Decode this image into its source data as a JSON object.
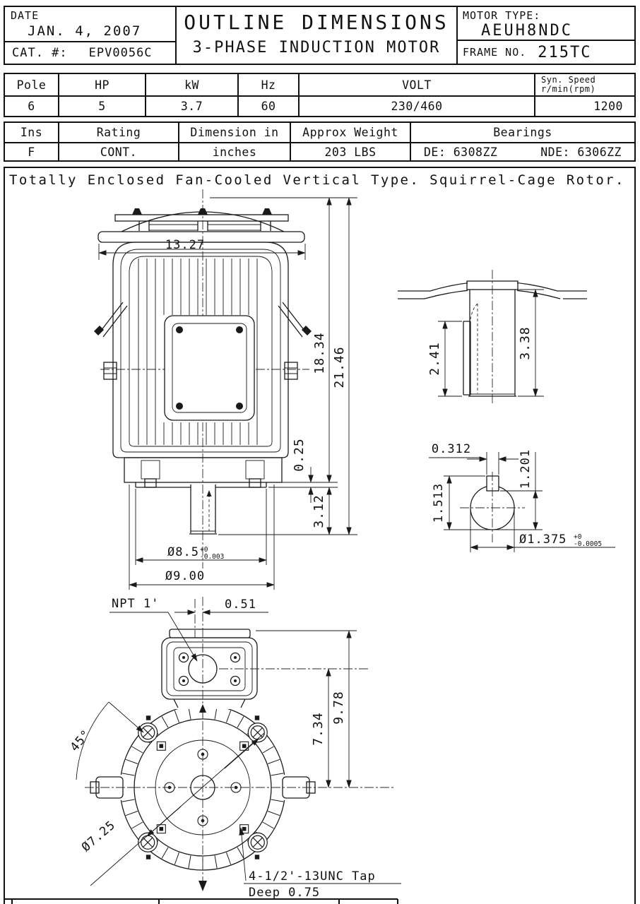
{
  "header": {
    "date_label": "DATE",
    "date_value": "JAN. 4, 2007",
    "cat_label": "CAT. #:",
    "cat_value": "EPV0056C",
    "title": "OUTLINE DIMENSIONS",
    "subtitle": "3-PHASE INDUCTION MOTOR",
    "motor_type_label": "MOTOR TYPE:",
    "motor_type_value": "AEUH8NDC",
    "frame_label": "FRAME NO.",
    "frame_value": "215TC"
  },
  "spec_table": {
    "cols": [
      {
        "h": "Pole",
        "v": "6"
      },
      {
        "h": "HP",
        "v": "5"
      },
      {
        "h": "kW",
        "v": "3.7"
      },
      {
        "h": "Hz",
        "v": "60"
      },
      {
        "h": "VOLT",
        "v": "230/460"
      },
      {
        "h": "Syn. Speed",
        "h2": "r/min(rpm)",
        "v": "1200"
      }
    ]
  },
  "info_table": {
    "cols": [
      {
        "h": "Ins",
        "v": "F"
      },
      {
        "h": "Rating",
        "v": "CONT."
      },
      {
        "h": "Dimension in",
        "v": "inches"
      },
      {
        "h": "Approx Weight",
        "v": "203 LBS"
      }
    ],
    "bearings_header": "Bearings",
    "bearings_de": "DE: 6308ZZ",
    "bearings_nde": "NDE: 6306ZZ"
  },
  "note": "Totally Enclosed Fan-Cooled Vertical Type. Squirrel-Cage Rotor.",
  "dims": {
    "front_width": "13.27",
    "front_height": "18.34",
    "overall_height": "21.46",
    "flange_lip": "0.25",
    "shaft_ext": "3.12",
    "spigot_dia": "Ø8.5",
    "spigot_tol_u": "+0",
    "spigot_tol_l": "-0.003",
    "flange_dia": "Ø9.00",
    "key_len": "2.41",
    "shaft_len": "3.38",
    "key_width": "0.312",
    "key_flat": "1.201",
    "key_top": "1.513",
    "shaft_dia": "Ø1.375",
    "shaft_tol_u": "+0",
    "shaft_tol_l": "-0.0005",
    "npt": "NPT 1'",
    "conduit_offset": "0.51",
    "bolt_angle": "45°",
    "box_center_h": "7.34",
    "box_top_h": "9.78",
    "bolt_circle": "Ø7.25",
    "tap_note_1": "4-1/2'-13UNC Tap",
    "tap_note_2": "Deep 0.75"
  },
  "colors": {
    "line": "#1a1a1a",
    "bg": "#ffffff"
  }
}
